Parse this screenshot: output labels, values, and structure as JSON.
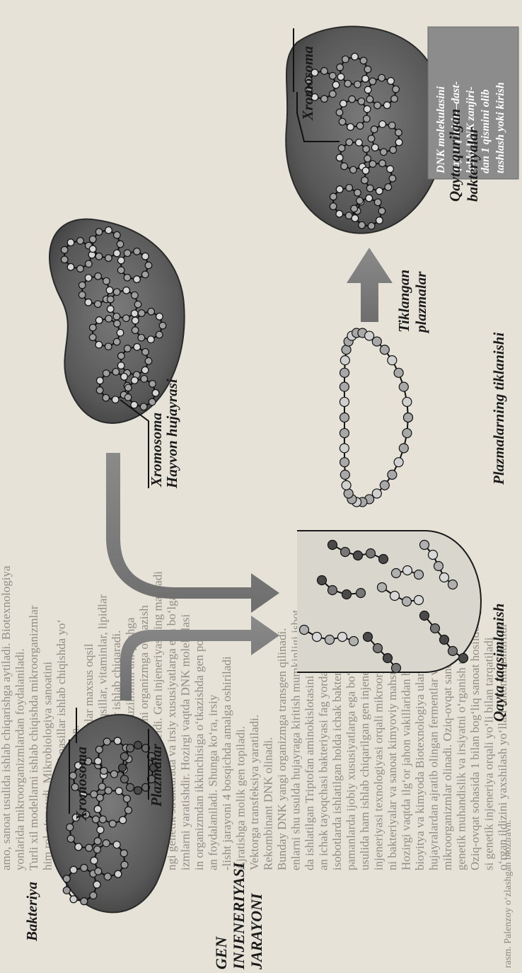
{
  "title": [
    "GEN",
    "INJENERIYASI",
    "JARAYONI"
  ],
  "labels": {
    "bakteriya": "Bakteriya",
    "xromosoma_bacteria": "Xromosoma",
    "plazmalar": "Plazmalar",
    "hayvon_hujayrasi": "Hayvon hujayrasi",
    "xromosoma_animal": "Xromosoma",
    "qayta_taqsimlanish": "Qayta taqsimlanish",
    "plazmalarning_tiklanishi": "Plazmalarning tiklanishi",
    "tiklangan_plazmalar": [
      "Tiklangan",
      "plazmalar"
    ],
    "qayta_qurilgan_bakteriyalar": [
      "Qayta qurilgan",
      "bakteriyalar"
    ],
    "xromosoma_result": "Xromosoma"
  },
  "note": [
    "DNK molekulasini",
    "qayta qurish—dast-",
    "labki DNK zanjiri-",
    "dan 1 qismini olib",
    "tashlash yoki kirish"
  ],
  "background_lines": [
    "amo, sanoat usulida ishlab chiqarishga aytiladi. Biotexnologiya",
    "yonlarida mikroorganizmlardan foydalaniladi.",
    "Turli xil modellarni ishlab chiqishda mikroorganizmlar",
    "him rol o‘ynaydi. Mikrobiologiya sanoatini",
    "ntatsiyasi usulida yangi nasillar ishlab chiqishda yo‘",
    "yilishi maqsadida boshlangan.",
    "Hozirgi vaqtda mikroorganizmlar maxsus oqsil",
    "aminokislotalar, antibiotiklar, oqsillar, vitaminlar, lipidlar",
    "lem kabi moddalar va fermentlar ishlab chiqaradi.",
    "Gen injeneriyasi genning nafis tuzilishini aniqlashga",
    "larning bir organizmdan ikkinchi organizmga o‘tkazish",
    "ning kelib chiqishiga olib keldi. Gen injeneriyasining maqsadi",
    "ngi genetik strukturada va irsiy xususiyatlarga ega bo‘lgan",
    "izmlarni yaratishdir. Hozirgi vaqtda DNK molekulasi",
    "in organizmdan ikkinchisiga o‘tkazishda gen por",
    "an foydalaniladi. Shunga ko‘ra, irsiy",
    "-lisht jarayoni 4 bosqichda amalga oshiriladi",
    "Ajratishga molik gen topiladi.",
    "Vektorga transfeksiya yaratiladi.",
    "Rekombinant DNK olinadi.",
    "Bunday DNK yangi organizmga transgen qilinadi.",
    "enlarni shu usulda hujayraga kiritish mumkinligi isbot",
    "da ishlatilgan Triptofan aminokislotasini sintez qila olish",
    "an ichak tayoqchasi bakteriyasi fag yordamida amino",
    "isobotlarda ishlatilgan holda ichak bakteriya",
    "pamanlarda ijobiy xususiyatlarga ega bo‘lib qolad",
    "usulida ham ishlab chiqarilgan gen injeneriyasi shug‘ul",
    "injeneriyasi texnologiyasi orqali mikroorganizmlar yo",
    "ni bakteriyalar va sanoat kimyoviy mahsulotlar undan olinadi",
    "Hozirgi vaqtda ilg‘or jahon vakillaridan bir nechtasi",
    "bioyitya va kimyoda Biotexnologiya ularning mo",
    "hujayralardan ajratib olingan fermentlar va moddalarni samarali",
    "mikroorganizmlar olinadi. Oziq-ovqat sanoatida ham ishlab",
    "genetik muhandislik va irsiyatni o‘rganish usullari mikroo",
    "Oziq-ovqat sohasida 1 bilan bog‘liq sanoat hosildorligi",
    "si genetik injeneriya orqali yo‘li bilan tarqatiladi",
    "o‘rgan ildizini yaxshilash yo‘llari takomillashtirildi"
  ],
  "caption": "rasm. Palenzoy o‘zlashgan bioziravn."
}
